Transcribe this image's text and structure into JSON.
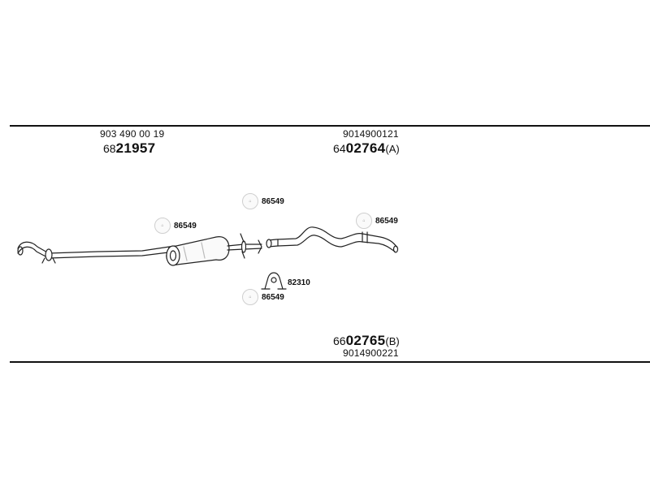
{
  "assembly_left": {
    "ref_number": "903 490 00 19",
    "part_prefix": "68",
    "part_bold": "21957"
  },
  "assembly_right_top": {
    "ref_number": "9014900121",
    "part_prefix": "64",
    "part_bold": "02764",
    "part_suffix": "(A)"
  },
  "assembly_right_bottom": {
    "ref_number": "9014900221",
    "part_prefix": "66",
    "part_bold": "02765",
    "part_suffix": "(B)"
  },
  "callouts": {
    "hanger_top": {
      "bubble": "⌂",
      "number": "86549"
    },
    "hanger_left": {
      "bubble": "⌂",
      "number": "86549"
    },
    "hanger_right": {
      "bubble": "⌂",
      "number": "86549"
    },
    "clamp": {
      "number": "82310"
    },
    "hanger_bottom": {
      "bubble": "⌂",
      "number": "86549"
    }
  }
}
